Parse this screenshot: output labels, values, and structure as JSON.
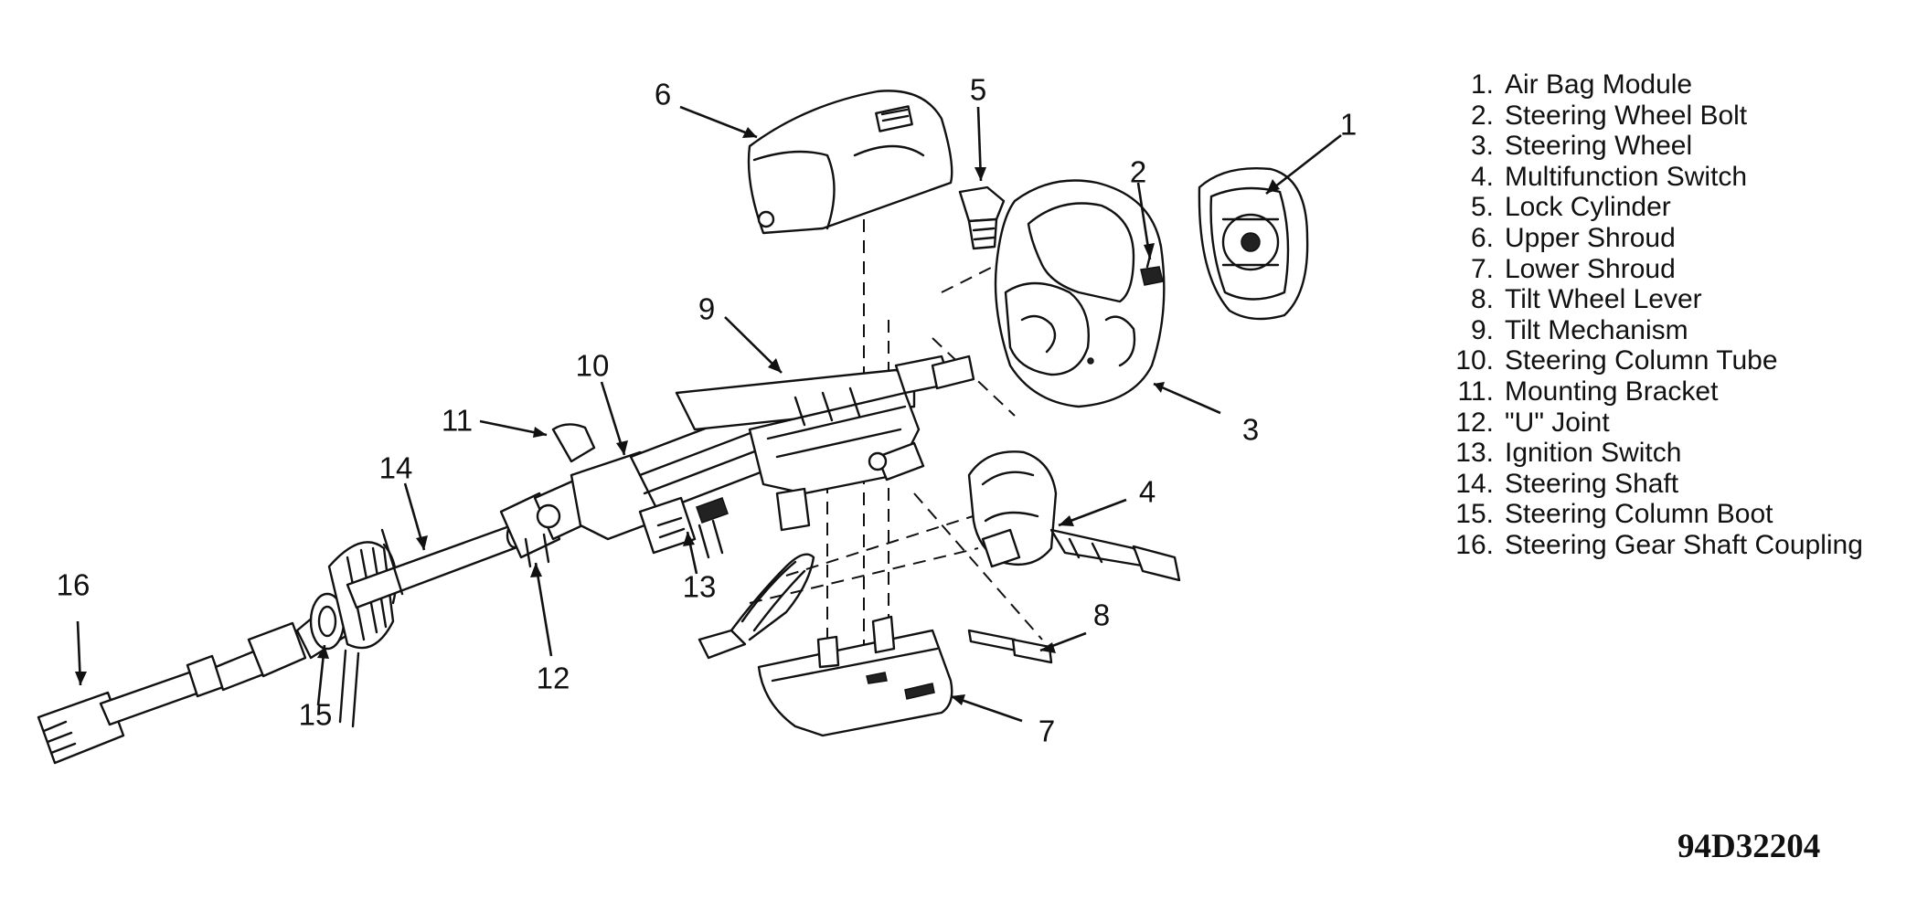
{
  "diagram": {
    "figure_code": "94D32204",
    "legend": [
      {
        "num": "1.",
        "label": "Air Bag Module"
      },
      {
        "num": "2.",
        "label": "Steering Wheel Bolt"
      },
      {
        "num": "3.",
        "label": "Steering Wheel"
      },
      {
        "num": "4.",
        "label": "Multifunction Switch"
      },
      {
        "num": "5.",
        "label": "Lock Cylinder"
      },
      {
        "num": "6.",
        "label": "Upper Shroud"
      },
      {
        "num": "7.",
        "label": "Lower Shroud"
      },
      {
        "num": "8.",
        "label": "Tilt Wheel Lever"
      },
      {
        "num": "9.",
        "label": "Tilt Mechanism"
      },
      {
        "num": "10.",
        "label": "Steering Column Tube"
      },
      {
        "num": "11.",
        "label": "Mounting Bracket"
      },
      {
        "num": "12.",
        "label": "\"U\" Joint"
      },
      {
        "num": "13.",
        "label": "Ignition Switch"
      },
      {
        "num": "14.",
        "label": "Steering Shaft"
      },
      {
        "num": "15.",
        "label": "Steering Column Boot"
      },
      {
        "num": "16.",
        "label": "Steering Gear Shaft Coupling"
      }
    ],
    "callouts": [
      "1",
      "2",
      "3",
      "4",
      "5",
      "6",
      "7",
      "8",
      "9",
      "10",
      "11",
      "12",
      "13",
      "14",
      "15",
      "16"
    ]
  }
}
